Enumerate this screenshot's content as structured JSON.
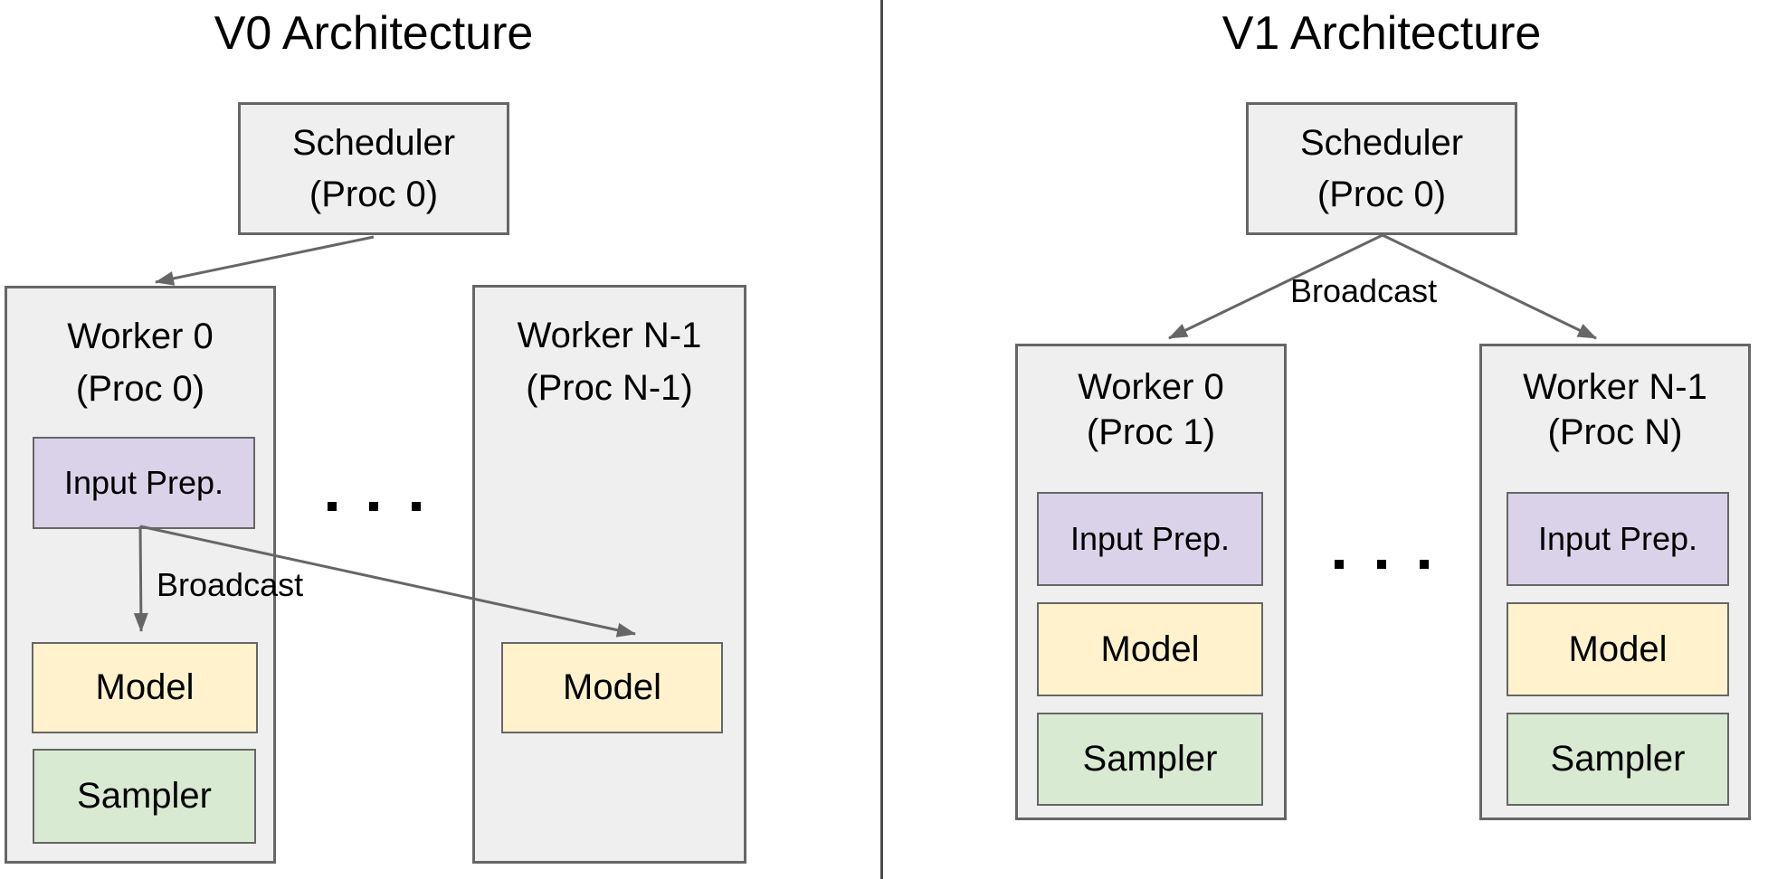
{
  "colors": {
    "worker_box_fill": "#efefef",
    "input_prep_fill": "#d9d2e9",
    "model_fill": "#fff2cc",
    "sampler_fill": "#d9ead3",
    "outline_gray": "#666666",
    "arrow_gray": "#666666",
    "divider_gray": "#4d4d4d",
    "text_black": "#000000"
  },
  "v0": {
    "title": "V0 Architecture",
    "scheduler": {
      "name": "Scheduler",
      "proc": "(Proc 0)"
    },
    "broadcast": "Broadcast",
    "worker0": {
      "name": "Worker 0",
      "proc": "(Proc 0)",
      "input_prep": "Input Prep.",
      "model": "Model",
      "sampler": "Sampler"
    },
    "workerN": {
      "name": "Worker N-1",
      "proc": "(Proc N-1)",
      "model": "Model"
    }
  },
  "v1": {
    "title": "V1 Architecture",
    "scheduler": {
      "name": "Scheduler",
      "proc": "(Proc 0)"
    },
    "broadcast": "Broadcast",
    "worker0": {
      "name": "Worker 0",
      "proc": "(Proc 1)",
      "input_prep": "Input Prep.",
      "model": "Model",
      "sampler": "Sampler"
    },
    "workerN": {
      "name": "Worker N-1",
      "proc": "(Proc N)",
      "input_prep": "Input Prep.",
      "model": "Model",
      "sampler": "Sampler"
    }
  }
}
